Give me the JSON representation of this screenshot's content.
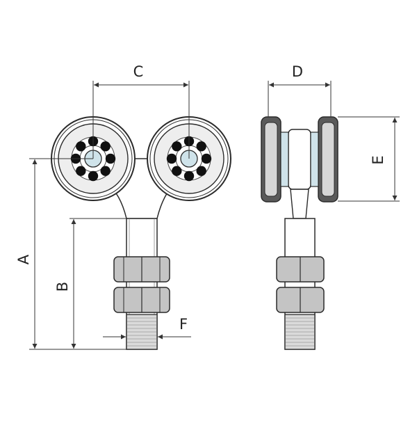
{
  "diagram": {
    "dimension_labels": {
      "a": "A",
      "b": "B",
      "c": "C",
      "d": "D",
      "e": "E",
      "f": "F"
    },
    "colors": {
      "outline": "#2a2a2a",
      "dimension_line": "#333333",
      "wheel_face": "#eeeeee",
      "ball": "#111111",
      "hex_nut": "#c4c4c4",
      "thread": "#dadada",
      "tyre_dark": "#5a5a5a",
      "tyre_light": "#d6d6d6",
      "hub_blue": "#cfe3ea"
    }
  }
}
